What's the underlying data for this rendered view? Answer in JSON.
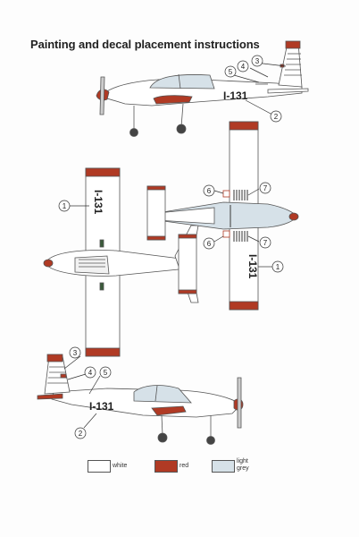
{
  "title": "Painting and decal placement instructions",
  "registration": "I-131",
  "callouts": [
    "1",
    "2",
    "3",
    "4",
    "5",
    "6",
    "7"
  ],
  "legend": [
    {
      "label": "white",
      "color": "#ffffff"
    },
    {
      "label": "red",
      "color": "#b03a24"
    },
    {
      "label_line1": "light",
      "label_line2": "grey",
      "color": "#d6e1e8"
    }
  ],
  "colors": {
    "red": "#b03a24",
    "light_grey": "#d6e1e8",
    "white": "#ffffff",
    "outline": "#555555"
  }
}
